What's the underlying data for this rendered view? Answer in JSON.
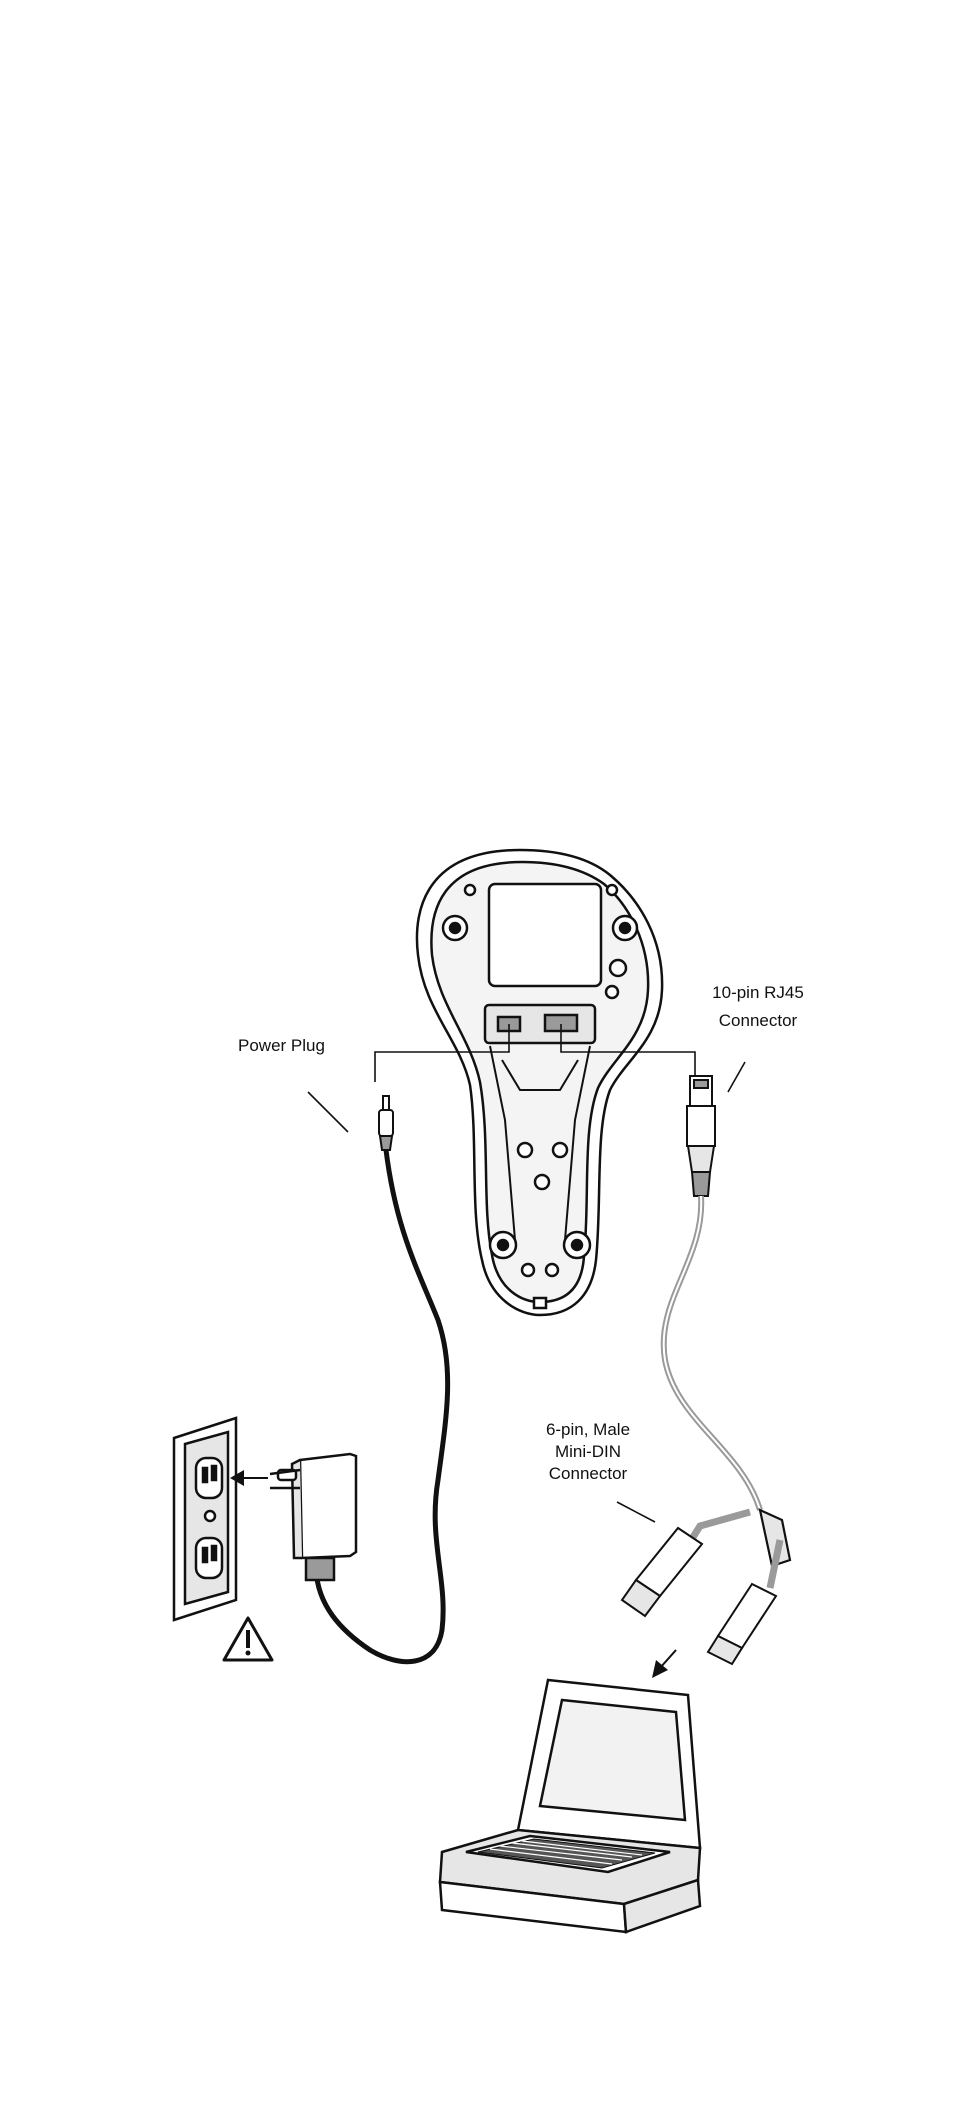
{
  "labels": {
    "power_plug": "Power Plug",
    "rj45_line1": "10-pin RJ45",
    "rj45_line2": "Connector",
    "din_line1": "6-pin, Male",
    "din_line2": "Mini-DIN",
    "din_line3": "Connector"
  },
  "colors": {
    "line": "#111111",
    "fill_light": "#ffffff",
    "fill_gray": "#e6e6e6",
    "fill_dark": "#9a9a9a",
    "cable_light": "#c8c8c8"
  },
  "icons": {
    "warning": "warning-triangle-icon"
  }
}
